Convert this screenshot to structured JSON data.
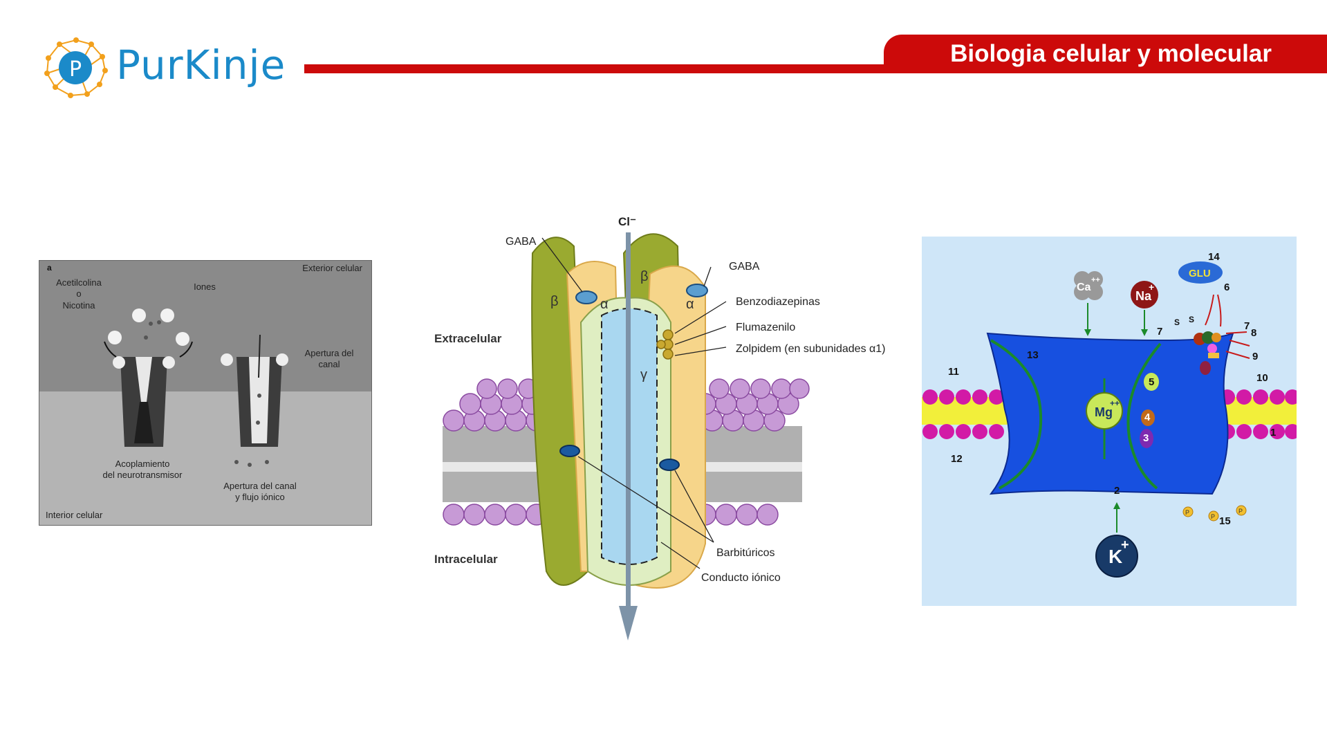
{
  "brand": {
    "name": "PurKinje"
  },
  "header": {
    "title": "Biologia celular y molecular"
  },
  "figure_a": {
    "tag": "a",
    "exterior": "Exterior celular",
    "interior": "Interior celular",
    "ligand": [
      "Acetilcolina",
      "o",
      "Nicotina"
    ],
    "ions": "Iones",
    "channel_open": [
      "Apertura del",
      "canal"
    ],
    "coupling": [
      "Acoplamiento",
      "del neurotransmisor"
    ],
    "flow": [
      "Apertura del canal",
      "y flujo iónico"
    ]
  },
  "figure_b": {
    "ion": "Cl⁻",
    "gaba_left": "GABA",
    "gaba_right": "GABA",
    "extracellular": "Extracelular",
    "intracellular": "Intracelular",
    "benzo": "Benzodiazepinas",
    "fluma": "Flumazenilo",
    "zolpidem": "Zolpidem (en subunidades α1)",
    "barbit": "Barbitúricos",
    "conduct": "Conducto iónico",
    "sub_beta": "β",
    "sub_alpha": "α",
    "sub_gamma": "γ"
  },
  "figure_c": {
    "ca": "Ca",
    "na": "Na",
    "k": "K",
    "mg": "Mg",
    "glu": "GLU",
    "charge_pp": "++",
    "charge_p": "+",
    "sulfur": "S",
    "phos": "P",
    "numbers": [
      "1",
      "2",
      "3",
      "4",
      "5",
      "6",
      "7",
      "7",
      "8",
      "9",
      "10",
      "11",
      "12",
      "13",
      "14",
      "15"
    ]
  },
  "colors": {
    "brand_blue": "#1b8ac9",
    "brand_red": "#cc0a0a",
    "accent_orange": "#f0a020"
  }
}
